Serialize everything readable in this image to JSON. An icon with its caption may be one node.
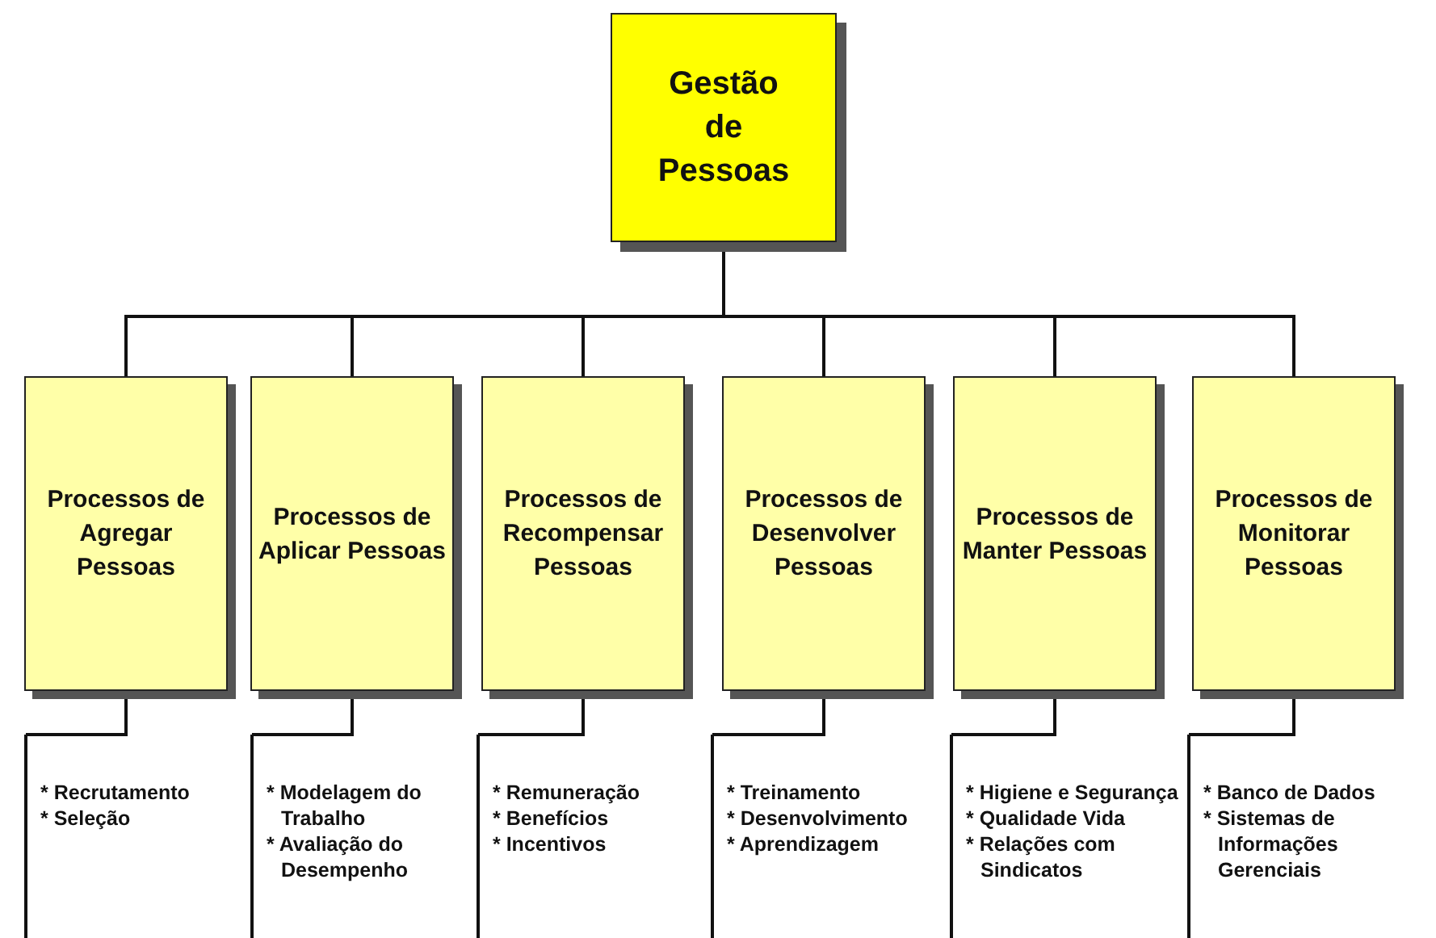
{
  "diagram": {
    "nodes": [
      {
        "text": [
          "Gestão de Pessoas"
        ]
      },
      {
        "text": [
          "Processos de Agregar Pessoas"
        ]
      },
      {
        "text": [
          "Processos de Aplicar Pessoas"
        ]
      },
      {
        "text": [
          "Processos de Recompensar Pessoas"
        ]
      },
      {
        "text": [
          "Processos de Desenvolver Pessoas"
        ]
      },
      {
        "text": [
          "Processos de Manter Pessoas"
        ]
      },
      {
        "text": [
          "Processos de Monitorar Pessoas"
        ]
      },
      {
        "text": [
          "* Recrutamento",
          "* Seleção"
        ]
      },
      {
        "text": [
          "* Modelagem do Trabalho",
          "* Avaliação do Desempenho"
        ]
      },
      {
        "text": [
          "* Remuneração",
          "* Benefícios",
          "* Incentivos"
        ]
      },
      {
        "text": [
          "* Treinamento",
          "* Desenvolvimento",
          "* Aprendizagem"
        ]
      },
      {
        "text": [
          "* Higiene e Segurança",
          "* Qualidade Vida",
          "* Relações com Sindicatos"
        ]
      },
      {
        "text": [
          "* Banco de Dados",
          "* Sistemas de Informações Gerenciais"
        ]
      }
    ],
    "edges": [
      {
        "from": 0,
        "to": 1,
        "arrow": "none"
      },
      {
        "from": 0,
        "to": 2,
        "arrow": "none"
      },
      {
        "from": 0,
        "to": 3,
        "arrow": "none"
      },
      {
        "from": 0,
        "to": 4,
        "arrow": "none"
      },
      {
        "from": 0,
        "to": 5,
        "arrow": "none"
      },
      {
        "from": 0,
        "to": 6,
        "arrow": "none"
      },
      {
        "from": 1,
        "to": 7,
        "arrow": "none"
      },
      {
        "from": 2,
        "to": 8,
        "arrow": "none"
      },
      {
        "from": 3,
        "to": 9,
        "arrow": "none"
      },
      {
        "from": 4,
        "to": 10,
        "arrow": "none"
      },
      {
        "from": 5,
        "to": 11,
        "arrow": "none"
      },
      {
        "from": 6,
        "to": 12,
        "arrow": "none"
      }
    ]
  }
}
